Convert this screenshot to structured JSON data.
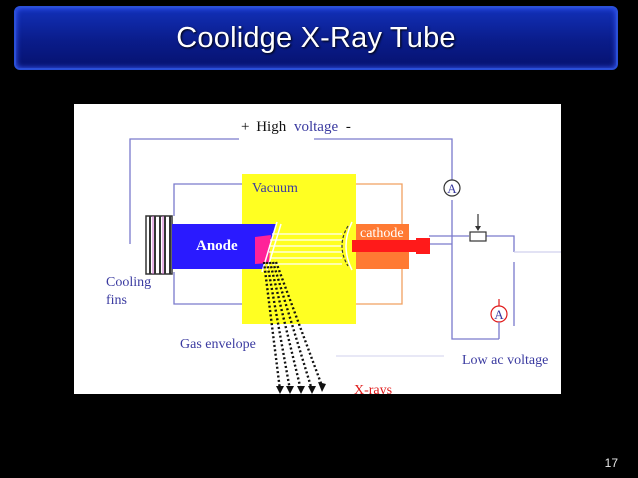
{
  "slide": {
    "title": "Coolidge X-Ray Tube",
    "page_number": "17"
  },
  "diagram": {
    "labels": {
      "voltage_plus": "+",
      "voltage_high": "High",
      "voltage_word": "voltage",
      "voltage_minus": "-",
      "vacuum": "Vacuum",
      "anode": "Anode",
      "cathode": "cathode",
      "cooling_line1": "Cooling",
      "cooling_line2": "fins",
      "gas_envelope": "Gas envelope",
      "ammeter_top": "A",
      "ammeter_bottom": "A",
      "low_ac_voltage": "Low ac voltage",
      "xrays": "X-rays"
    },
    "colors": {
      "vacuum": "#ffff22",
      "anode": "#2a1aff",
      "cathode": "#ff7a33",
      "filament": "#ff1a1a",
      "target": "#ff2299",
      "label_blue": "#3a3aa0",
      "label_red": "#e01a1a",
      "wire": "#7a7acc"
    }
  }
}
